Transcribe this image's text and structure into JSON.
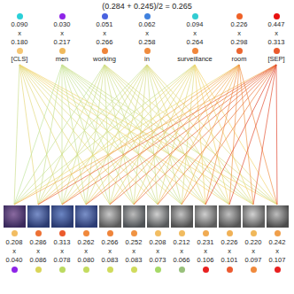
{
  "diagram": {
    "title": "(0.284 + 0.245)/2 = 0.265",
    "nodes": [
      {
        "text": [
          "0.090",
          "x",
          "0.180",
          "[CLS]"
        ]
      },
      {
        "text": [
          "0.030",
          "x",
          "0.217",
          "men"
        ]
      },
      {
        "text": [
          "0.051",
          "x",
          "0.266",
          "working"
        ]
      },
      {
        "text": [
          "0.062",
          "x",
          "0.258",
          "in"
        ]
      },
      {
        "text": [
          "0.094",
          "x",
          "0.264",
          "surveillance"
        ]
      },
      {
        "text": [
          "0.226",
          "x",
          "0.298",
          "room"
        ]
      },
      {
        "text": [
          "0.447",
          "x",
          "0.313",
          "[SEP]"
        ]
      },
      {
        "text": [
          "0.208",
          "x",
          "0.040"
        ]
      },
      {
        "text": [
          "0.286",
          "x",
          "0.086"
        ]
      },
      {
        "text": [
          "0.313",
          "x",
          "0.078"
        ]
      },
      {
        "text": [
          "0.262",
          "x",
          "0.080"
        ]
      },
      {
        "text": [
          "0.266",
          "x",
          "0.083"
        ]
      },
      {
        "text": [
          "0.252",
          "x",
          "0.083"
        ]
      },
      {
        "text": [
          "0.208",
          "x",
          "0.073"
        ]
      },
      {
        "text": [
          "0.212",
          "x",
          "0.066"
        ]
      },
      {
        "text": [
          "0.231",
          "x",
          "0.106"
        ]
      },
      {
        "text": [
          "0.226",
          "x",
          "0.101"
        ]
      },
      {
        "text": [
          "0.220",
          "x",
          "0.097"
        ]
      },
      {
        "text": [
          "0.242",
          "x",
          "0.107"
        ]
      }
    ],
    "edges": [
      {
        "from": 0,
        "to": 7,
        "arrow": "none"
      },
      {
        "from": 0,
        "to": 8,
        "arrow": "none"
      },
      {
        "from": 0,
        "to": 9,
        "arrow": "none"
      },
      {
        "from": 0,
        "to": 10,
        "arrow": "none"
      },
      {
        "from": 0,
        "to": 11,
        "arrow": "none"
      },
      {
        "from": 0,
        "to": 12,
        "arrow": "none"
      },
      {
        "from": 0,
        "to": 13,
        "arrow": "none"
      },
      {
        "from": 0,
        "to": 14,
        "arrow": "none"
      },
      {
        "from": 0,
        "to": 15,
        "arrow": "none"
      },
      {
        "from": 0,
        "to": 16,
        "arrow": "none"
      },
      {
        "from": 0,
        "to": 17,
        "arrow": "none"
      },
      {
        "from": 0,
        "to": 18,
        "arrow": "none"
      },
      {
        "from": 1,
        "to": 7,
        "arrow": "none"
      },
      {
        "from": 1,
        "to": 8,
        "arrow": "none"
      },
      {
        "from": 1,
        "to": 9,
        "arrow": "none"
      },
      {
        "from": 1,
        "to": 10,
        "arrow": "none"
      },
      {
        "from": 1,
        "to": 11,
        "arrow": "none"
      },
      {
        "from": 1,
        "to": 12,
        "arrow": "none"
      },
      {
        "from": 1,
        "to": 13,
        "arrow": "none"
      },
      {
        "from": 1,
        "to": 14,
        "arrow": "none"
      },
      {
        "from": 1,
        "to": 15,
        "arrow": "none"
      },
      {
        "from": 1,
        "to": 16,
        "arrow": "none"
      },
      {
        "from": 1,
        "to": 17,
        "arrow": "none"
      },
      {
        "from": 1,
        "to": 18,
        "arrow": "none"
      },
      {
        "from": 2,
        "to": 7,
        "arrow": "none"
      },
      {
        "from": 2,
        "to": 8,
        "arrow": "none"
      },
      {
        "from": 2,
        "to": 9,
        "arrow": "none"
      },
      {
        "from": 2,
        "to": 10,
        "arrow": "none"
      },
      {
        "from": 2,
        "to": 11,
        "arrow": "none"
      },
      {
        "from": 2,
        "to": 12,
        "arrow": "none"
      },
      {
        "from": 2,
        "to": 13,
        "arrow": "none"
      },
      {
        "from": 2,
        "to": 14,
        "arrow": "none"
      },
      {
        "from": 2,
        "to": 15,
        "arrow": "none"
      },
      {
        "from": 2,
        "to": 16,
        "arrow": "none"
      },
      {
        "from": 2,
        "to": 17,
        "arrow": "none"
      },
      {
        "from": 2,
        "to": 18,
        "arrow": "none"
      },
      {
        "from": 3,
        "to": 7,
        "arrow": "none"
      },
      {
        "from": 3,
        "to": 8,
        "arrow": "none"
      },
      {
        "from": 3,
        "to": 9,
        "arrow": "none"
      },
      {
        "from": 3,
        "to": 10,
        "arrow": "none"
      },
      {
        "from": 3,
        "to": 11,
        "arrow": "none"
      },
      {
        "from": 3,
        "to": 12,
        "arrow": "none"
      },
      {
        "from": 3,
        "to": 13,
        "arrow": "none"
      },
      {
        "from": 3,
        "to": 14,
        "arrow": "none"
      },
      {
        "from": 3,
        "to": 15,
        "arrow": "none"
      },
      {
        "from": 3,
        "to": 16,
        "arrow": "none"
      },
      {
        "from": 3,
        "to": 17,
        "arrow": "none"
      },
      {
        "from": 3,
        "to": 18,
        "arrow": "none"
      },
      {
        "from": 4,
        "to": 7,
        "arrow": "none"
      },
      {
        "from": 4,
        "to": 8,
        "arrow": "none"
      },
      {
        "from": 4,
        "to": 9,
        "arrow": "none"
      },
      {
        "from": 4,
        "to": 10,
        "arrow": "none"
      },
      {
        "from": 4,
        "to": 11,
        "arrow": "none"
      },
      {
        "from": 4,
        "to": 12,
        "arrow": "none"
      },
      {
        "from": 4,
        "to": 13,
        "arrow": "none"
      },
      {
        "from": 4,
        "to": 14,
        "arrow": "none"
      },
      {
        "from": 4,
        "to": 15,
        "arrow": "none"
      },
      {
        "from": 4,
        "to": 16,
        "arrow": "none"
      },
      {
        "from": 4,
        "to": 17,
        "arrow": "none"
      },
      {
        "from": 4,
        "to": 18,
        "arrow": "none"
      },
      {
        "from": 5,
        "to": 7,
        "arrow": "none"
      },
      {
        "from": 5,
        "to": 8,
        "arrow": "none"
      },
      {
        "from": 5,
        "to": 9,
        "arrow": "none"
      },
      {
        "from": 5,
        "to": 10,
        "arrow": "none"
      },
      {
        "from": 5,
        "to": 11,
        "arrow": "none"
      },
      {
        "from": 5,
        "to": 12,
        "arrow": "none"
      },
      {
        "from": 5,
        "to": 13,
        "arrow": "none"
      },
      {
        "from": 5,
        "to": 14,
        "arrow": "none"
      },
      {
        "from": 5,
        "to": 15,
        "arrow": "none"
      },
      {
        "from": 5,
        "to": 16,
        "arrow": "none"
      },
      {
        "from": 5,
        "to": 17,
        "arrow": "none"
      },
      {
        "from": 5,
        "to": 18,
        "arrow": "none"
      },
      {
        "from": 6,
        "to": 7,
        "arrow": "none"
      },
      {
        "from": 6,
        "to": 8,
        "arrow": "none"
      },
      {
        "from": 6,
        "to": 9,
        "arrow": "none"
      },
      {
        "from": 6,
        "to": 10,
        "arrow": "none"
      },
      {
        "from": 6,
        "to": 11,
        "arrow": "none"
      },
      {
        "from": 6,
        "to": 12,
        "arrow": "none"
      },
      {
        "from": 6,
        "to": 13,
        "arrow": "none"
      },
      {
        "from": 6,
        "to": 14,
        "arrow": "none"
      },
      {
        "from": 6,
        "to": 15,
        "arrow": "none"
      },
      {
        "from": 6,
        "to": 16,
        "arrow": "none"
      },
      {
        "from": 6,
        "to": 17,
        "arrow": "none"
      },
      {
        "from": 6,
        "to": 18,
        "arrow": "none"
      }
    ]
  }
}
